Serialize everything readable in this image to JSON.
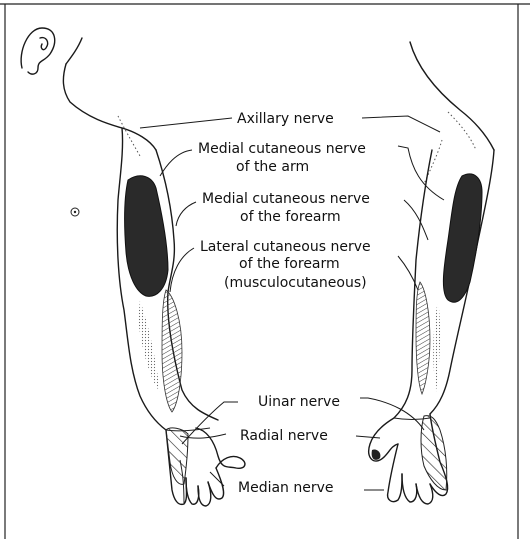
{
  "labels": {
    "axillary": "Axillary nerve",
    "medial_arm_1": "Medial cutaneous nerve",
    "medial_arm_2": "of the arm",
    "medial_forearm_1": "Medial cutaneous nerve",
    "medial_forearm_2": "of the forearm",
    "lateral_1": "Lateral cutaneous nerve",
    "lateral_2": "of the forearm",
    "lateral_3": "(musculocutaneous)",
    "ulnar": "Uinar nerve",
    "radial": "Radial nerve",
    "median": "Median nerve"
  },
  "colors": {
    "line": "#1a1a1a",
    "dark_region": "#2a2a2a",
    "hatch": "#3a3a3a",
    "background": "#ffffff"
  },
  "icons": {
    "ear": "ear-icon",
    "nipple": "nipple-mark-icon"
  }
}
